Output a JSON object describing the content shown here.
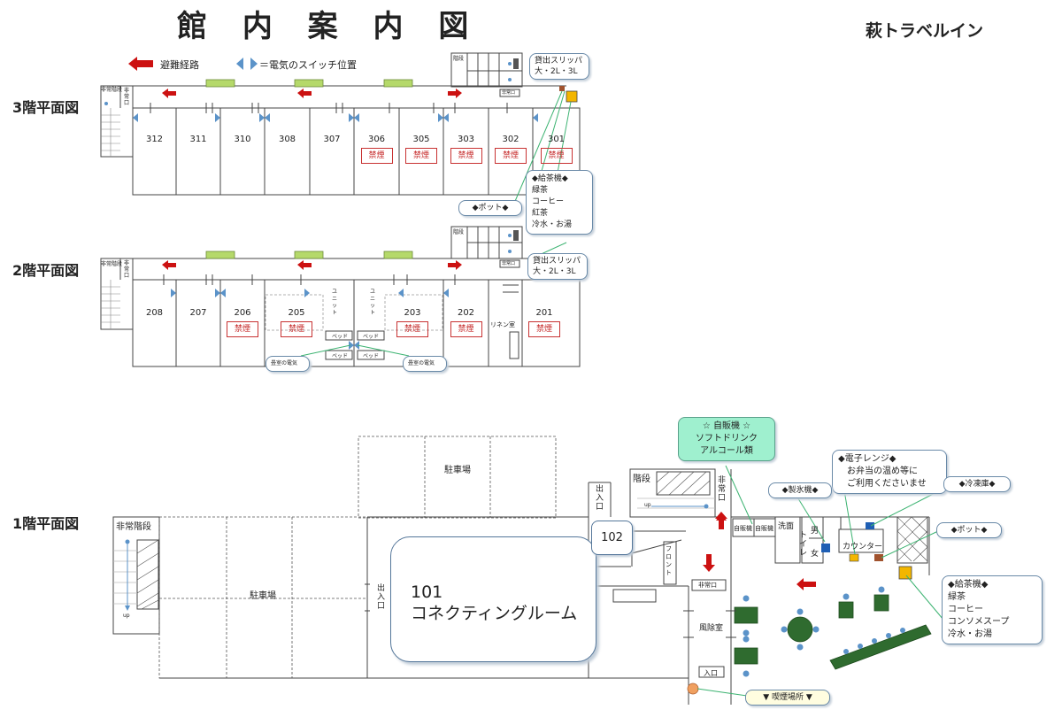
{
  "title": "館 内 案 内 図",
  "hotel_name": "萩トラベルイン",
  "legend": {
    "evacuation": "避難経路",
    "switch": "＝電気のスイッチ位置"
  },
  "floor3": {
    "label": "3階平面図",
    "rooms": [
      "312",
      "311",
      "310",
      "308",
      "307",
      "306",
      "305",
      "303",
      "302",
      "301"
    ],
    "no_smoking": "禁煙",
    "stairs": "階段",
    "emergency_stairs": "非常階段",
    "emergency_exit": "非常口",
    "slipper_room": "非常口",
    "callout_slippers": "貸出スリッパ\n大・2L・3L",
    "callout_tea": "◆給茶機◆\n緑茶\nコーヒー\n紅茶\n冷水・お湯",
    "callout_pot": "◆ポット◆"
  },
  "floor2": {
    "label": "2階平面図",
    "rooms": [
      "208",
      "207",
      "206",
      "205",
      "203",
      "202",
      "201"
    ],
    "no_smoking": "禁煙",
    "linen": "リネン室",
    "bed": "ベッド",
    "unit": "ユニット",
    "callout_slippers": "貸出スリッパ\n大・2L・3L",
    "callout_tatami_left": "畳室の電気",
    "callout_tatami_right": "畳室の電気"
  },
  "floor1": {
    "label": "1階平面図",
    "emergency_stairs": "非常階段",
    "up": "up",
    "parking": "駐車場",
    "parking_top": "駐車場",
    "entrance_side": "出入口",
    "entrance_top": "出入口",
    "stairs": "階段",
    "emergency_exit_v": "非常口",
    "emergency_exit": "非常口",
    "front": "フロント",
    "windbreak": "風除室",
    "entrance": "入口",
    "vending1": "自販機",
    "vending2": "自販機",
    "washroom": "洗面",
    "toilet": "トイレ",
    "men": "男",
    "women": "女",
    "counter": "カウンター",
    "room101_num": "101",
    "room101_name": "コネクティングルーム",
    "room102": "102",
    "callout_vending": "☆ 自販機 ☆\nソフトドリンク\nアルコール類",
    "callout_microwave": "◆電子レンジ◆\n　お弁当の温め等に\n　ご利用くださいませ",
    "callout_ice": "◆製氷機◆",
    "callout_freezer": "◆冷凍庫◆",
    "callout_pot": "◆ポット◆",
    "callout_tea": "◆給茶機◆\n緑茶\nコーヒー\nコンソメスープ\n冷水・お湯",
    "callout_smoking": "▼ 喫煙場所 ▼"
  },
  "colors": {
    "arrow_red": "#cc1111",
    "switch_blue": "#5b93c9",
    "nosmoke_red": "#c83232",
    "green_bench": "#2f6b2f",
    "vent_green": "#b5d96a"
  }
}
